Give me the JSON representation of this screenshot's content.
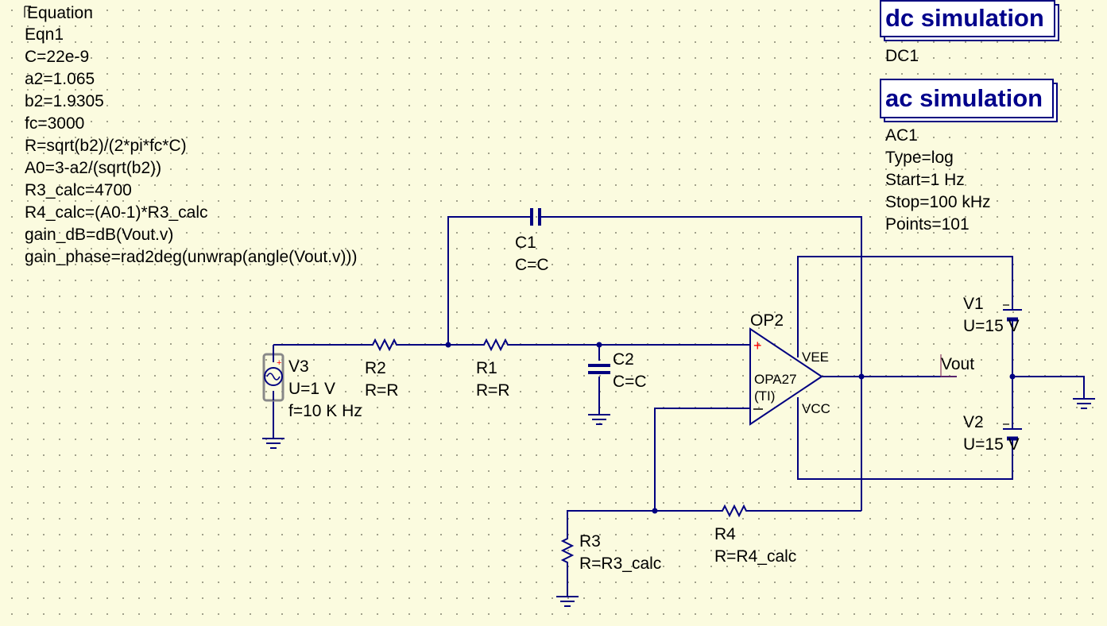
{
  "equation": {
    "header": "Equation",
    "name": "Eqn1",
    "lines": [
      "C=22e-9",
      "a2=1.065",
      "b2=1.9305",
      "fc=3000",
      "R=sqrt(b2)/(2*pi*fc*C)",
      "A0=3-a2/(sqrt(b2))",
      "R3_calc=4700",
      "R4_calc=(A0-1)*R3_calc",
      "gain_dB=dB(Vout.v)",
      "gain_phase=rad2deg(unwrap(angle(Vout.v)))"
    ]
  },
  "dc_sim": {
    "title": "dc simulation",
    "name": "DC1"
  },
  "ac_sim": {
    "title": "ac simulation",
    "name": "AC1",
    "params": [
      "Type=log",
      "Start=1 Hz",
      "Stop=100 kHz",
      "Points=101"
    ]
  },
  "components": {
    "C1": {
      "name": "C1",
      "value": "C=C"
    },
    "C2": {
      "name": "C2",
      "value": "C=C"
    },
    "R1": {
      "name": "R1",
      "value": "R=R"
    },
    "R2": {
      "name": "R2",
      "value": "R=R"
    },
    "R3": {
      "name": "R3",
      "value": "R=R3_calc"
    },
    "R4": {
      "name": "R4",
      "value": "R=R4_calc"
    },
    "V1": {
      "name": "V1",
      "value": "U=15 V"
    },
    "V2": {
      "name": "V2",
      "value": "U=15 V"
    },
    "V3": {
      "name": "V3",
      "value": "U=1 V",
      "freq": "f=10 K Hz"
    },
    "OP2": {
      "name": "OP2",
      "model": "OPA27",
      "vendor": "(TI)",
      "pin_vee": "VEE",
      "pin_vcc": "VCC"
    }
  },
  "labels": {
    "vout": "Vout"
  },
  "colors": {
    "background": "#fbfbdf",
    "wire": "#000080",
    "sim_title": "#00008b",
    "label_stub": "#8b3a62",
    "plus_sign": "#ff0000"
  }
}
